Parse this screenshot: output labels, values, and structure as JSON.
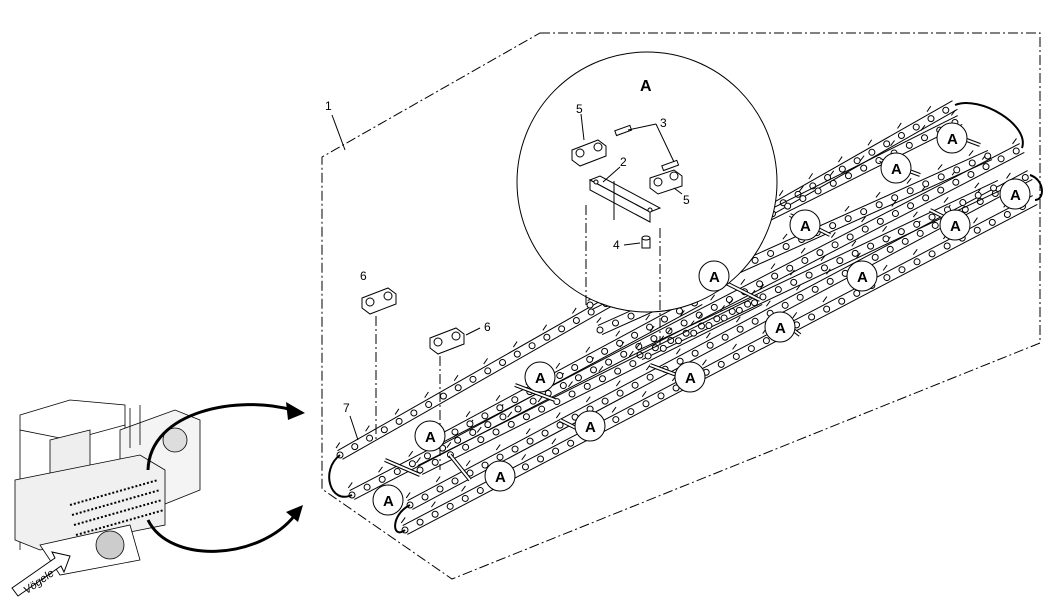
{
  "callouts": {
    "c1": "1",
    "c2": "2",
    "c3": "3",
    "c4": "4",
    "c5a": "5",
    "c5b": "5",
    "c6a": "6",
    "c6b": "6",
    "c7": "7"
  },
  "detail": {
    "label": "A",
    "marker": "A"
  },
  "machine": {
    "brand": "Vögele"
  }
}
